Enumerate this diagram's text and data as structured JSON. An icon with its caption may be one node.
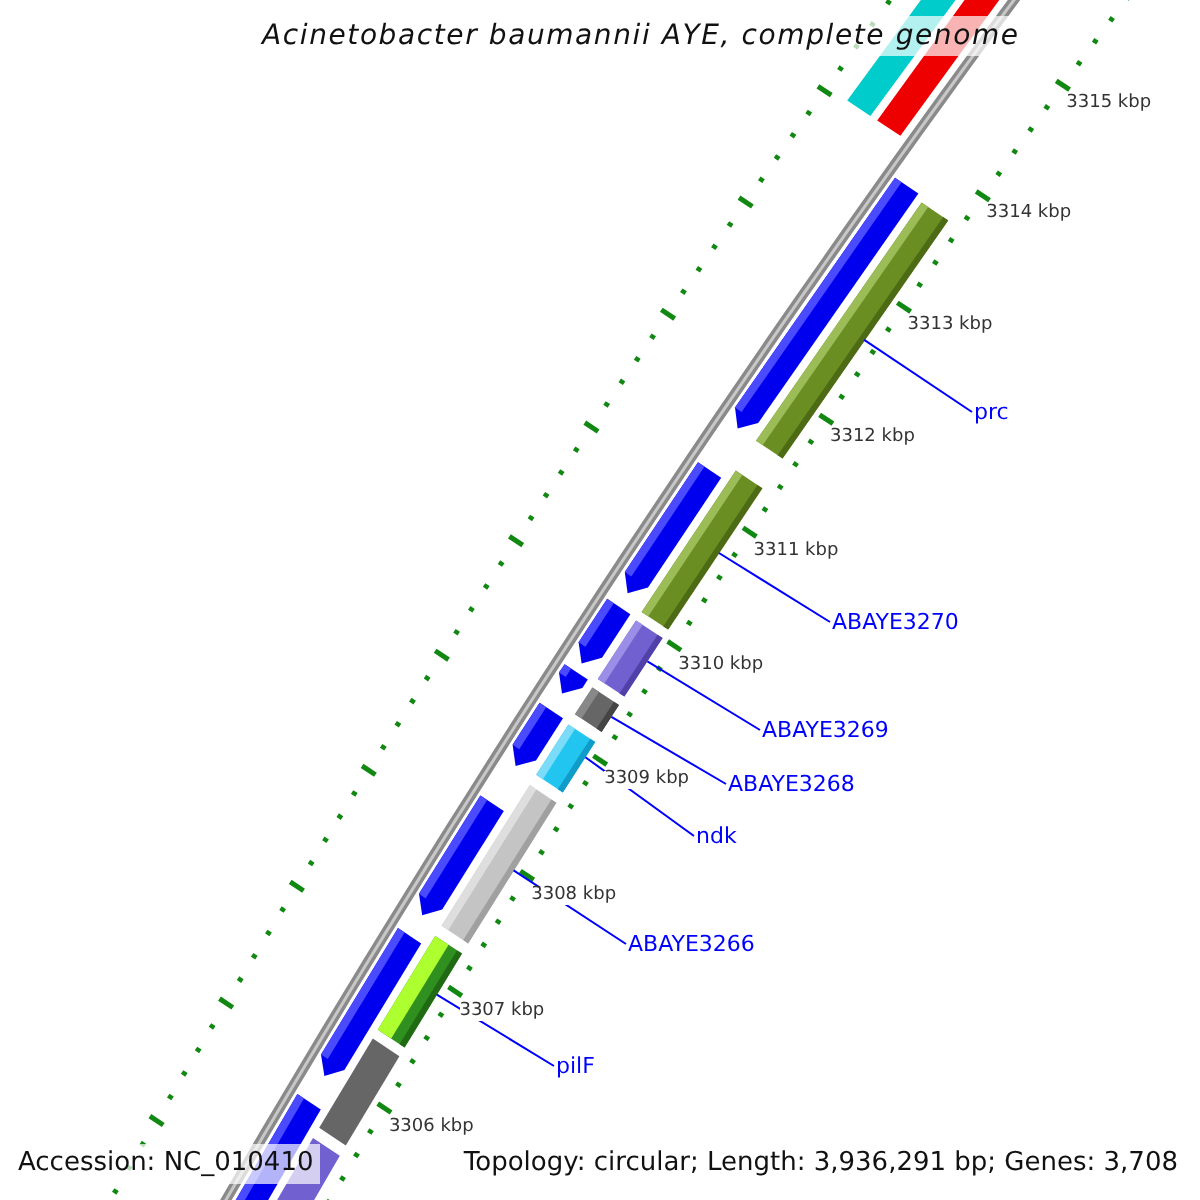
{
  "diagram": {
    "title": "Acinetobacter baumannii AYE, complete genome",
    "nodes": [
      {
        "text": [
          "prc"
        ]
      },
      {
        "text": [
          "ABAYE3270"
        ]
      },
      {
        "text": [
          "ABAYE3269"
        ]
      },
      {
        "text": [
          "ABAYE3268"
        ]
      },
      {
        "text": [
          "ndk"
        ]
      },
      {
        "text": [
          "ABAYE3266"
        ]
      },
      {
        "text": [
          "pilF"
        ]
      },
      {
        "text": [],
        "shape": "bar"
      },
      {
        "text": [],
        "shape": "bar"
      },
      {
        "text": [],
        "shape": "bar"
      },
      {
        "text": [],
        "shape": "bar"
      },
      {
        "text": [],
        "shape": "bar"
      },
      {
        "text": [],
        "shape": "bar"
      },
      {
        "text": [],
        "shape": "bar"
      }
    ],
    "edges": [
      {
        "from": 0,
        "to": 7,
        "arrow": "none"
      },
      {
        "from": 1,
        "to": 8,
        "arrow": "none"
      },
      {
        "from": 2,
        "to": 9,
        "arrow": "none"
      },
      {
        "from": 3,
        "to": 10,
        "arrow": "none"
      },
      {
        "from": 4,
        "to": 11,
        "arrow": "none"
      },
      {
        "from": 5,
        "to": 12,
        "arrow": "none"
      },
      {
        "from": 6,
        "to": 13,
        "arrow": "none"
      }
    ],
    "labels": [
      "3315 kbp",
      "3314 kbp",
      "3313 kbp",
      "3312 kbp",
      "3311 kbp",
      "3310 kbp",
      "3309 kbp",
      "3308 kbp",
      "3307 kbp",
      "3306 kbp",
      "Accession: NC_010410",
      "Topology: circular; Length: 3,936,291 bp; Genes: 3,708"
    ]
  }
}
